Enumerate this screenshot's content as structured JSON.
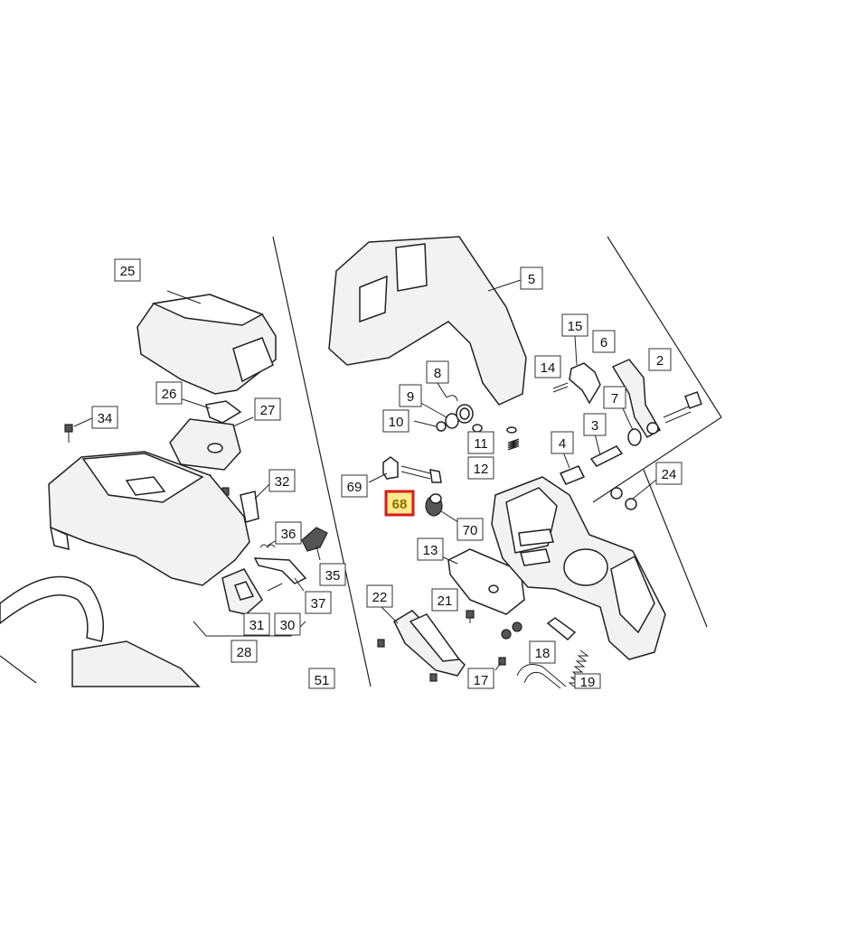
{
  "diagram": {
    "colors": {
      "highlight_fill": "#ffe98a",
      "highlight_border": "#d61c1c",
      "line": "#222222"
    },
    "highlighted_part": "68",
    "labels": {
      "p25": "25",
      "p26": "26",
      "p27": "27",
      "p34": "34",
      "p32": "32",
      "p36": "36",
      "p35": "35",
      "p37": "37",
      "p31": "31",
      "p30": "30",
      "p28": "28",
      "p51": "51",
      "p5": "5",
      "p8": "8",
      "p9": "9",
      "p10": "10",
      "p11": "11",
      "p12": "12",
      "p69": "69",
      "p68": "68",
      "p70": "70",
      "p13": "13",
      "p21": "21",
      "p22": "22",
      "p17": "17",
      "p18": "18",
      "p19": "19",
      "p15": "15",
      "p14": "14",
      "p6": "6",
      "p2": "2",
      "p7": "7",
      "p3": "3",
      "p4": "4",
      "p24": "24"
    }
  }
}
